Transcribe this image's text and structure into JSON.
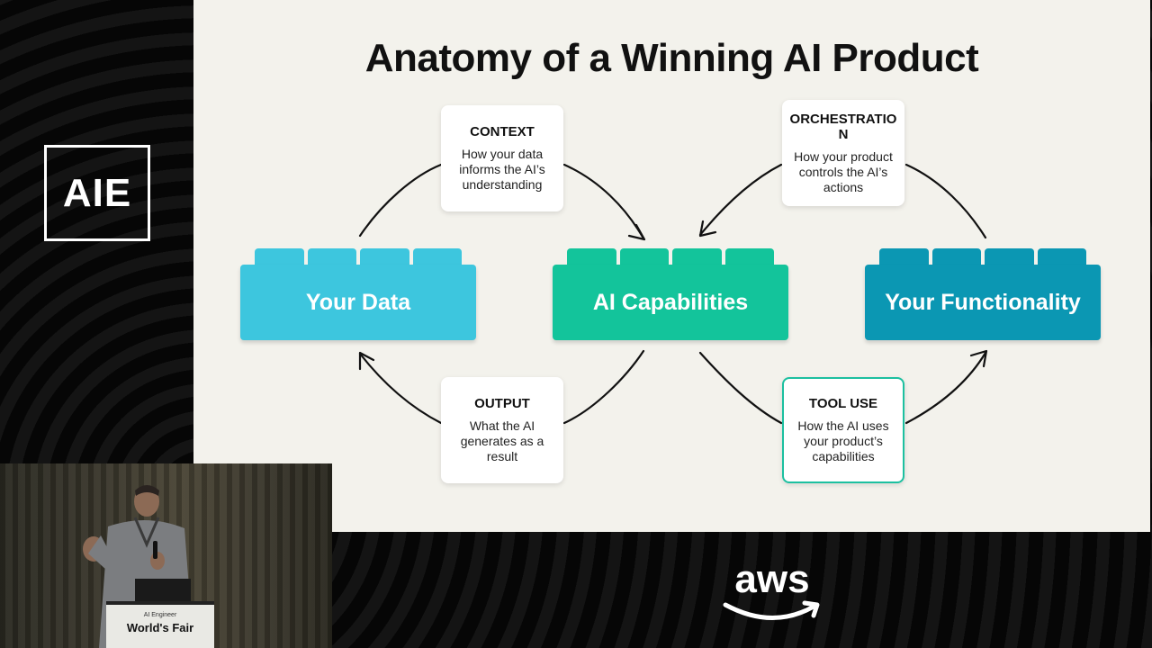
{
  "branding": {
    "logo_text": "AIE",
    "sponsor_logo": "aws",
    "podium_small_text": "AI Engineer",
    "podium_text": "World's Fair"
  },
  "slide": {
    "title": "Anatomy of a Winning AI Product",
    "blocks": [
      {
        "label": "Your Data",
        "color": "#3dc6de"
      },
      {
        "label": "AI Capabilities",
        "color": "#13c49b"
      },
      {
        "label": "Your Functionality",
        "color": "#0b97b3"
      }
    ],
    "cards": {
      "context": {
        "title": "CONTEXT",
        "desc": "How your data informs the AI’s understanding"
      },
      "orchestration": {
        "title": "ORCHESTRATION",
        "desc": "How your product controls the AI’s actions"
      },
      "output": {
        "title": "OUTPUT",
        "desc": "What the AI generates as a result"
      },
      "tool_use": {
        "title": "TOOL USE",
        "desc": "How the AI uses your product’s capabilities"
      }
    }
  }
}
